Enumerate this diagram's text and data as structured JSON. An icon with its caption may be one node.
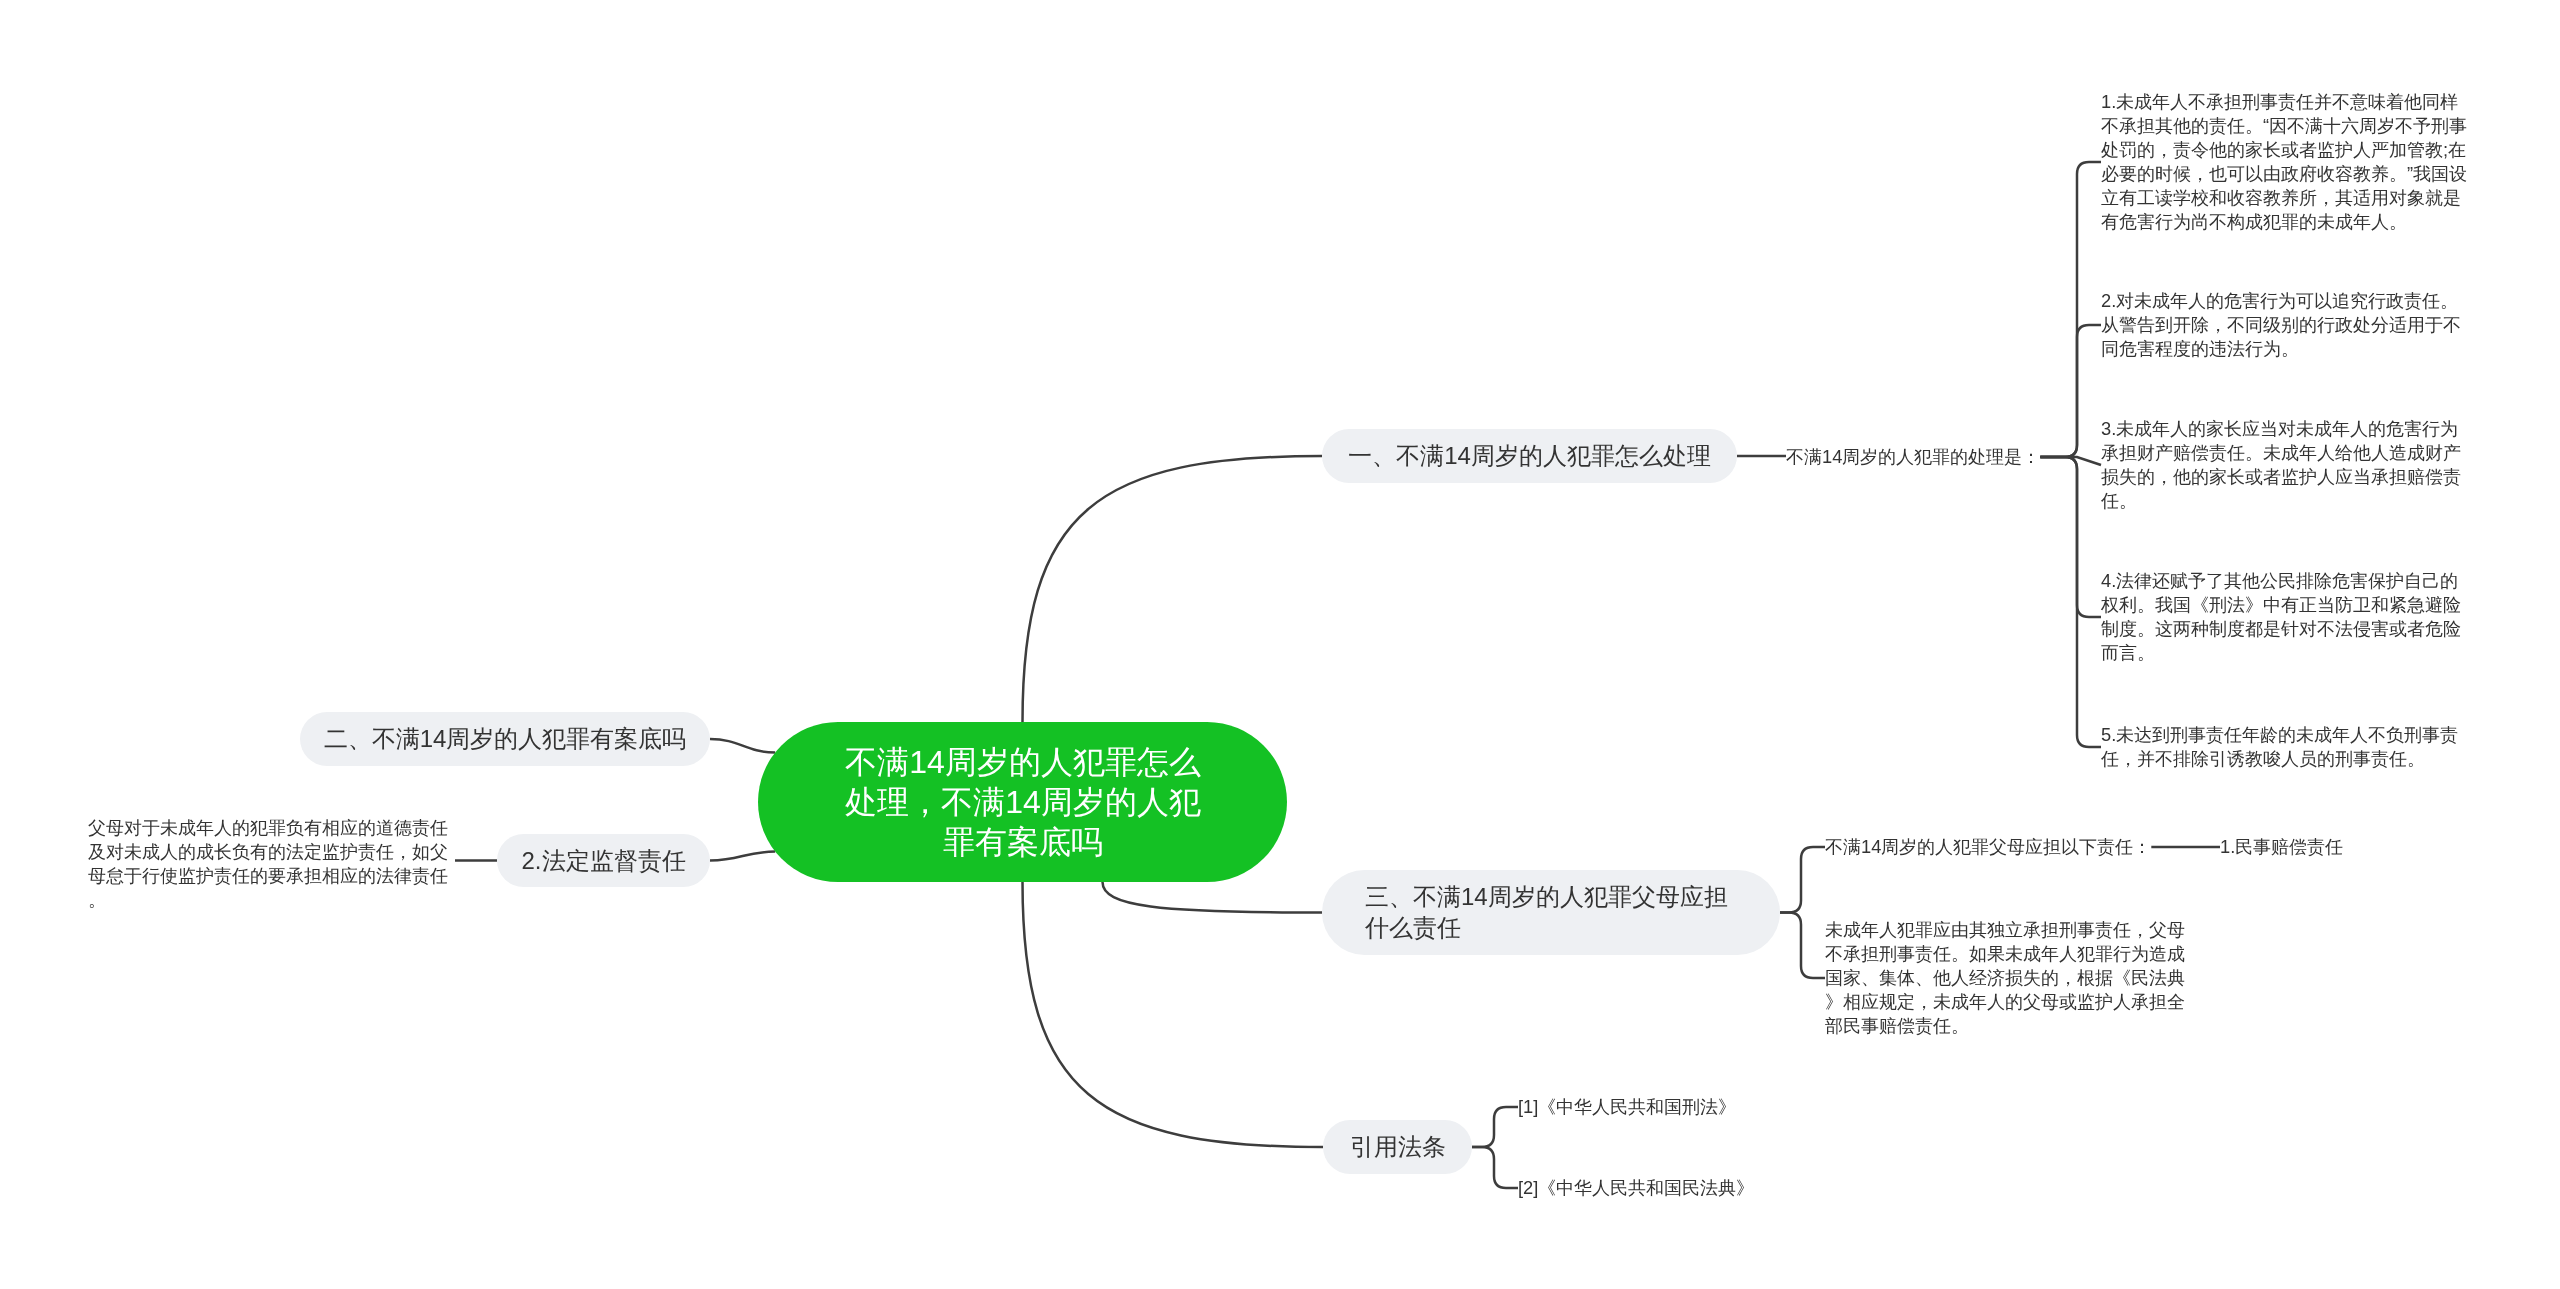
{
  "diagram": {
    "nodes": [
      {
        "text": [
          "不满14周岁的人犯罪怎么处理，不满14周岁的人犯罪有案底吗"
        ]
      },
      {
        "text": [
          "一、不满14周岁的人犯罪怎么处理"
        ]
      },
      {
        "text": [
          "不满14周岁的人犯罪的处理是："
        ]
      },
      {
        "text": [
          "1.未成年人不承担刑事责任并不意味着他同样不承担其他的责任。“因不满十六周岁不予刑事处罚的，责令他的家长或者监护人严加管教;在必要的时候，也可以由政府收容教养。”我国设立有工读学校和收容教养所，其适用对象就是有危害行为尚不构成犯罪的未成年人。"
        ]
      },
      {
        "text": [
          "2.对未成年人的危害行为可以追究行政责任。从警告到开除，不同级别的行政处分适用于不同危害程度的违法行为。"
        ]
      },
      {
        "text": [
          "3.未成年人的家长应当对未成年人的危害行为承担财产赔偿责任。未成年人给他人造成财产损失的，他的家长或者监护人应当承担赔偿责任。"
        ]
      },
      {
        "text": [
          "4.法律还赋予了其他公民排除危害保护自己的权利。我国《刑法》中有正当防卫和紧急避险制度。这两种制度都是针对不法侵害或者危险而言。"
        ]
      },
      {
        "text": [
          "5.未达到刑事责任年龄的未成年人不负刑事责任，并不排除引诱教唆人员的刑事责任。"
        ]
      },
      {
        "text": [
          "二、不满14周岁的人犯罪有案底吗"
        ]
      },
      {
        "text": [
          "2.法定监督责任"
        ]
      },
      {
        "text": [
          "父母对于未成年人的犯罪负有相应的道德责任及对未成人的成长负有的法定监护责任，如父母怠于行使监护责任的要承担相应的法律责任。"
        ]
      },
      {
        "text": [
          "三、不满14周岁的人犯罪父母应担什么责任"
        ]
      },
      {
        "text": [
          "不满14周岁的人犯罪父母应担以下责任："
        ]
      },
      {
        "text": [
          "1.民事赔偿责任"
        ]
      },
      {
        "text": [
          "未成年人犯罪应由其独立承担刑事责任，父母不承担刑事责任。如果未成年人犯罪行为造成国家、集体、他人经济损失的，根据《民法典》相应规定，未成年人的父母或监护人承担全部民事赔偿责任。"
        ]
      },
      {
        "text": [
          "引用法条"
        ]
      },
      {
        "text": [
          "[1]《中华人民共和国刑法》"
        ]
      },
      {
        "text": [
          "[2]《中华人民共和国民法典》"
        ]
      }
    ],
    "edges": [
      {
        "from": 0,
        "to": 1,
        "arrow": "none"
      },
      {
        "from": 1,
        "to": 2,
        "arrow": "none"
      },
      {
        "from": 2,
        "to": 3,
        "arrow": "none"
      },
      {
        "from": 2,
        "to": 4,
        "arrow": "none"
      },
      {
        "from": 2,
        "to": 5,
        "arrow": "none"
      },
      {
        "from": 2,
        "to": 6,
        "arrow": "none"
      },
      {
        "from": 2,
        "to": 7,
        "arrow": "none"
      },
      {
        "from": 0,
        "to": 8,
        "arrow": "none"
      },
      {
        "from": 0,
        "to": 9,
        "arrow": "none"
      },
      {
        "from": 9,
        "to": 10,
        "arrow": "none"
      },
      {
        "from": 0,
        "to": 11,
        "arrow": "none"
      },
      {
        "from": 11,
        "to": 12,
        "arrow": "none"
      },
      {
        "from": 12,
        "to": 13,
        "arrow": "none"
      },
      {
        "from": 11,
        "to": 14,
        "arrow": "none"
      },
      {
        "from": 0,
        "to": 15,
        "arrow": "none"
      },
      {
        "from": 15,
        "to": 16,
        "arrow": "none"
      },
      {
        "from": 15,
        "to": 17,
        "arrow": "none"
      }
    ]
  }
}
